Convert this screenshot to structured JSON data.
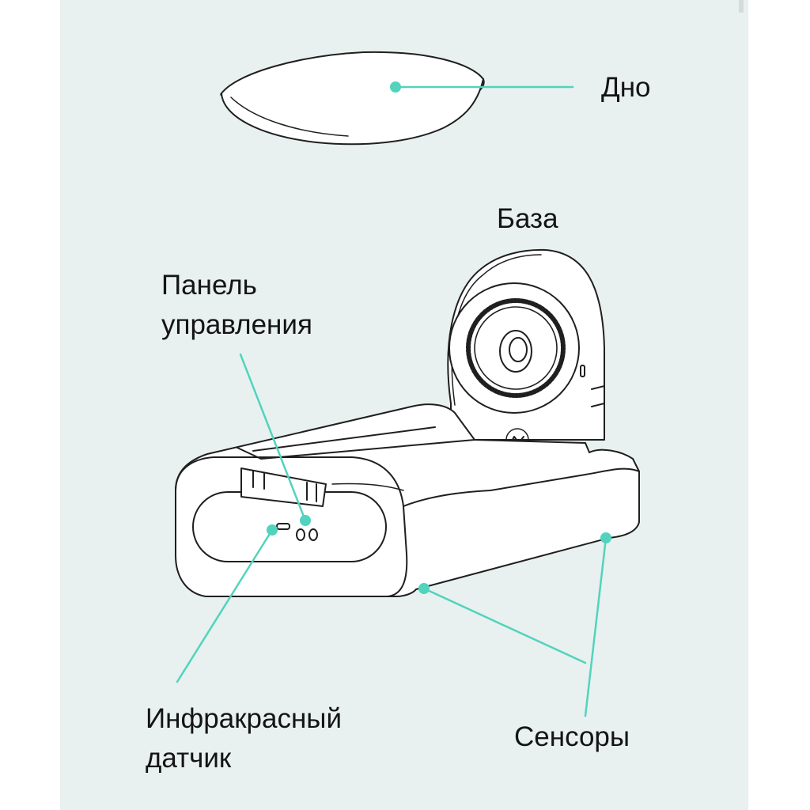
{
  "labels": {
    "bottom": "Дно",
    "base": "База",
    "control_panel_line1": "Панель",
    "control_panel_line2": "управления",
    "ir_sensor_line1": "Инфракрасный",
    "ir_sensor_line2": "датчик",
    "sensors": "Сенсоры"
  },
  "colors": {
    "panel_background": "#e8f1ef",
    "outline": "#1f1f1f",
    "callout": "#52d3bd",
    "text": "#141414"
  }
}
